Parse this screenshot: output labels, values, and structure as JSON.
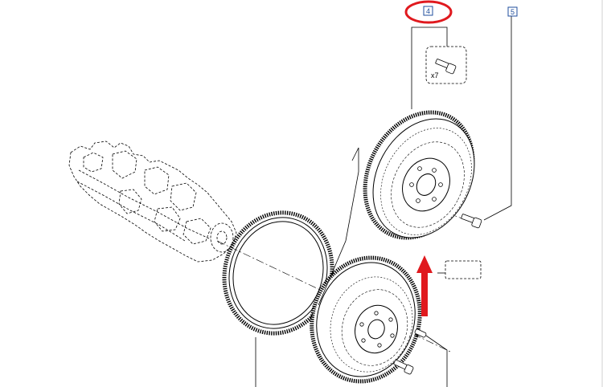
{
  "callouts": [
    {
      "label": "4"
    },
    {
      "label": "5"
    }
  ],
  "quantity_label": "x7",
  "colors": {
    "callout_box": "#1f4e9c",
    "highlight_ring": "#e0191e",
    "direction_arrow": "#e0191e",
    "line_art": "#000000"
  }
}
